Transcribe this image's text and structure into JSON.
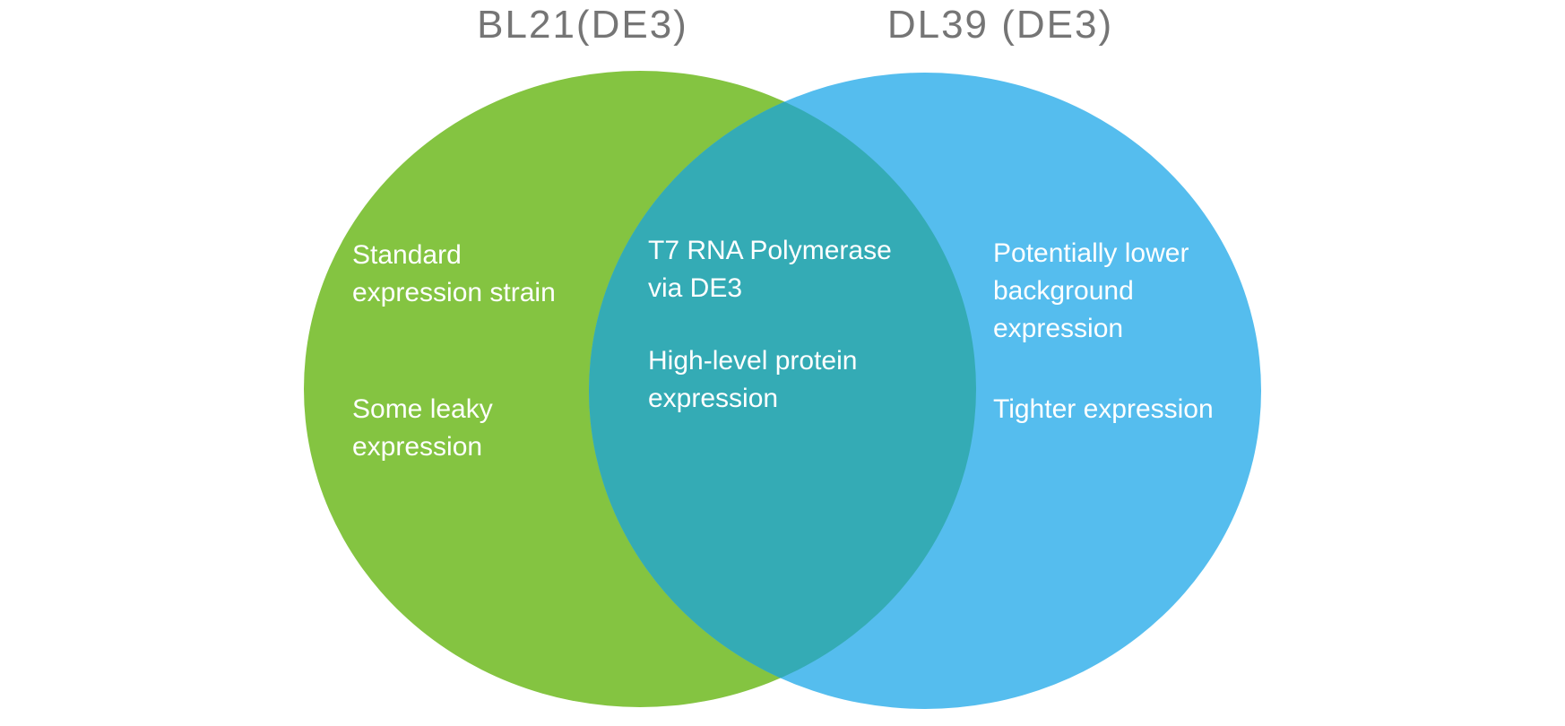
{
  "diagram": {
    "type": "venn-2-set",
    "background_color": "#FFFFFF",
    "title_color": "#757575",
    "text_color": "#FFFFFF",
    "left": {
      "title": "BL21(DE3)",
      "color": "#84C441",
      "items": [
        "Standard\nexpression strain",
        "Some leaky\nexpression"
      ]
    },
    "right": {
      "title": "DL39 (DE3)",
      "color": "#55BDEE",
      "items": [
        "Potentially lower\nbackground\nexpression",
        "Tighter expression"
      ]
    },
    "overlap": {
      "color": "#34ABB5",
      "items": [
        "T7 RNA Polymerase\nvia DE3",
        "High-level protein\nexpression"
      ]
    }
  }
}
